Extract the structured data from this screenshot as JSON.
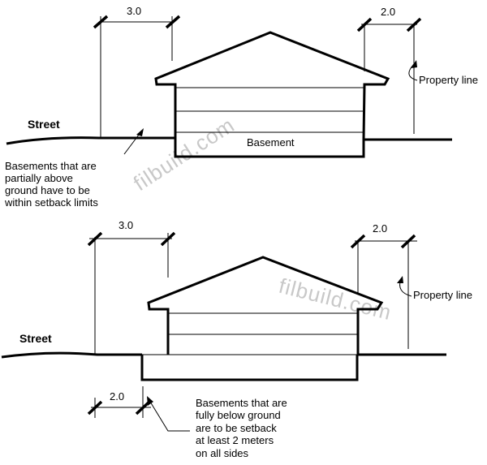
{
  "top": {
    "dim_left": "3.0",
    "dim_right": "2.0",
    "street": "Street",
    "property_line": "Property line",
    "basement": "Basement",
    "note": [
      "Basements that are",
      "partially above",
      "ground have to be",
      "within setback limits"
    ],
    "watermark": "filbuild.com"
  },
  "bottom": {
    "dim_left": "3.0",
    "dim_right": "2.0",
    "dim_basement": "2.0",
    "street": "Street",
    "property_line": "Property line",
    "note": [
      "Basements that are",
      "fully below ground",
      "are  to be setback",
      "at least 2 meters",
      "on all sides"
    ],
    "watermark": "filbuild.com"
  }
}
